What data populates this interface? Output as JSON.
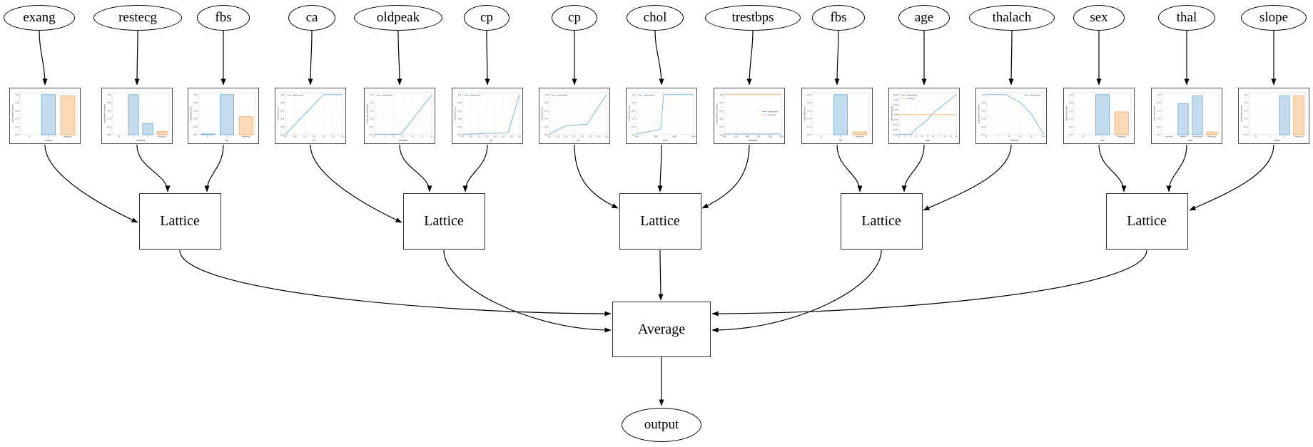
{
  "nodes": {
    "lattice_label": "Lattice",
    "average_label": "Average",
    "output_label": "output"
  },
  "legend": {
    "calibrated": "calibrated",
    "missing": "missing"
  },
  "colors": {
    "calibrated_line": "#7ab8e0",
    "missing_line": "#fdb97d",
    "bar_blue_fill": "#c5dcef",
    "bar_blue_edge": "#6aaad4",
    "bar_orange_fill": "#fcd9b8",
    "bar_orange_edge": "#f2a965",
    "edge_color": "#000000",
    "chart_border": "#4d4d4d"
  },
  "features": [
    {
      "label": "exang",
      "group": 1,
      "chart": {
        "type": "bar",
        "xlabel": "exang",
        "ylabel": "calibrated exang",
        "categories": [
          "0",
          "1",
          "Missing"
        ],
        "values": [
          0,
          1.0,
          0.97
        ],
        "ylim": [
          0,
          1.05
        ],
        "yticks": [
          "0.0",
          "0.2",
          "0.4",
          "0.6",
          "0.8",
          "1.0"
        ]
      }
    },
    {
      "label": "restecg",
      "group": 1,
      "chart": {
        "type": "bar",
        "xlabel": "restecg",
        "ylabel": "calibrated restecg",
        "categories": [
          "0",
          "1",
          "2",
          "Missing"
        ],
        "values": [
          0,
          1.0,
          0.28,
          0.08
        ],
        "ylim": [
          0,
          1.05
        ],
        "yticks": [
          "0.0",
          "0.2",
          "0.4",
          "0.6",
          "0.8",
          "1.0"
        ]
      }
    },
    {
      "label": "fbs",
      "group": 1,
      "chart": {
        "type": "bar",
        "xlabel": "fbs",
        "ylabel": "calibrated fbs",
        "categories": [
          "0",
          "1",
          "Missing"
        ],
        "values": [
          0.02,
          1.0,
          0.45
        ],
        "ylim": [
          0,
          1.05
        ],
        "yticks": [
          "0.0",
          "0.2",
          "0.4",
          "0.6",
          "0.8",
          "1.0"
        ]
      }
    },
    {
      "label": "ca",
      "group": 2,
      "chart": {
        "type": "line",
        "xlabel": "ca",
        "ylabel": "calibrated ca",
        "xlim": [
          0,
          3
        ],
        "xticks": [
          "0.0",
          "0.5",
          "1.0",
          "1.5",
          "2.0",
          "2.5",
          "3.0"
        ],
        "ylim": [
          0,
          1.05
        ],
        "yticks": [
          "0.0",
          "0.2",
          "0.4",
          "0.6",
          "0.8",
          "1.0"
        ],
        "legend": "nw",
        "series": [
          {
            "name": "calibrated",
            "color": "blue",
            "points": [
              [
                0,
                0.01
              ],
              [
                2,
                1.0
              ],
              [
                3,
                1.0
              ]
            ]
          }
        ]
      }
    },
    {
      "label": "oldpeak",
      "group": 2,
      "chart": {
        "type": "line",
        "xlabel": "oldpeak",
        "ylabel": "calibrated oldpeak",
        "xlim": [
          0,
          6.5
        ],
        "xticks": [
          "0",
          "1",
          "2",
          "3",
          "4",
          "5",
          "6"
        ],
        "ylim": [
          0,
          1.05
        ],
        "yticks": [
          "0.0",
          "0.2",
          "0.4",
          "0.6",
          "0.8",
          "1.0"
        ],
        "legend": "nw",
        "series": [
          {
            "name": "calibrated",
            "color": "blue",
            "points": [
              [
                0,
                0.01
              ],
              [
                3,
                0.01
              ],
              [
                6.5,
                1.0
              ]
            ]
          }
        ]
      }
    },
    {
      "label": "cp",
      "group": 2,
      "chart": {
        "type": "line",
        "xlabel": "cp",
        "ylabel": "calibrated cp",
        "xlim": [
          0,
          3.5
        ],
        "xticks": [
          "0.0",
          "0.5",
          "1.0",
          "1.5",
          "2.0",
          "2.5",
          "3.0",
          "3.5"
        ],
        "ylim": [
          0,
          1.05
        ],
        "yticks": [
          "0.0",
          "0.2",
          "0.4",
          "0.6",
          "0.8",
          "1.0"
        ],
        "legend": "nw",
        "series": [
          {
            "name": "calibrated",
            "color": "blue",
            "points": [
              [
                0,
                0.01
              ],
              [
                2.8,
                0.05
              ],
              [
                3.5,
                1.0
              ]
            ]
          }
        ]
      }
    },
    {
      "label": "cp",
      "group": 3,
      "chart": {
        "type": "line",
        "xlabel": "cp",
        "ylabel": "calibrated cp",
        "xlim": [
          0,
          3.5
        ],
        "xticks": [
          "0.0",
          "0.5",
          "1.0",
          "1.5",
          "2.0",
          "2.5",
          "3.0",
          "3.5"
        ],
        "ylim": [
          0,
          1.05
        ],
        "yticks": [
          "0.0",
          "0.2",
          "0.4",
          "0.6",
          "0.8",
          "1.0"
        ],
        "legend": "nw",
        "series": [
          {
            "name": "calibrated",
            "color": "blue",
            "points": [
              [
                0,
                0.02
              ],
              [
                1.0,
                0.22
              ],
              [
                2.3,
                0.26
              ],
              [
                3.5,
                1.0
              ]
            ]
          }
        ]
      }
    },
    {
      "label": "chol",
      "group": 3,
      "chart": {
        "type": "line",
        "xlabel": "chol",
        "ylabel": "calibrated chol",
        "xlim": [
          100,
          420
        ],
        "xticks": [
          "100",
          "200",
          "300",
          "400"
        ],
        "ylim": [
          0,
          1.05
        ],
        "yticks": [
          "0.0",
          "0.2",
          "0.4",
          "0.6",
          "0.8",
          "1.0"
        ],
        "legend": "nw",
        "series": [
          {
            "name": "calibrated",
            "color": "blue",
            "points": [
              [
                100,
                0.02
              ],
              [
                220,
                0.12
              ],
              [
                235,
                0.15
              ],
              [
                252,
                1.0
              ],
              [
                420,
                1.0
              ]
            ]
          }
        ]
      }
    },
    {
      "label": "trestbps",
      "group": 3,
      "chart": {
        "type": "line",
        "xlabel": "trestbps",
        "ylabel": "calibrated trestbps",
        "xlim": [
          100,
          200
        ],
        "xticks": [
          "100",
          "120",
          "140",
          "160",
          "180",
          "200"
        ],
        "ylim": [
          0,
          1.05
        ],
        "yticks": [
          "0.0",
          "0.2",
          "0.4",
          "0.6",
          "0.8",
          "1.0"
        ],
        "legend": "e",
        "series": [
          {
            "name": "calibrated",
            "color": "blue",
            "points": [
              [
                100,
                0.02
              ],
              [
                200,
                0.02
              ]
            ]
          },
          {
            "name": "missing",
            "color": "orange",
            "points": [
              [
                100,
                1.0
              ],
              [
                200,
                1.0
              ]
            ]
          }
        ]
      }
    },
    {
      "label": "fbs",
      "group": 4,
      "chart": {
        "type": "bar",
        "xlabel": "fbs",
        "ylabel": "calibrated fbs",
        "categories": [
          "0",
          "1",
          "Missing"
        ],
        "values": [
          0,
          1.0,
          0.07
        ],
        "ylim": [
          0,
          1.05
        ],
        "yticks": [
          "0.0",
          "0.2",
          "0.4",
          "0.6",
          "0.8",
          "1.0"
        ]
      }
    },
    {
      "label": "age",
      "group": 4,
      "chart": {
        "type": "line",
        "xlabel": "age",
        "ylabel": "calibrated age",
        "xlim": [
          0,
          10
        ],
        "xticks": [
          "0",
          "1",
          "2",
          "3",
          "4",
          "5",
          "6",
          "7",
          "8",
          "9",
          "10"
        ],
        "ylim": [
          0,
          2.1
        ],
        "yticks": [
          "0.00",
          "0.25",
          "0.50",
          "0.75",
          "1.00",
          "1.25",
          "1.50",
          "1.75",
          "2.00"
        ],
        "legend": "nw",
        "series": [
          {
            "name": "calibrated",
            "color": "blue",
            "points": [
              [
                0,
                0.02
              ],
              [
                2,
                0.02
              ],
              [
                3,
                0.3
              ],
              [
                5,
                0.75
              ],
              [
                6,
                1.1
              ],
              [
                8,
                1.55
              ],
              [
                10,
                2.0
              ]
            ]
          },
          {
            "name": "missing",
            "color": "orange",
            "points": [
              [
                0,
                1.0
              ],
              [
                10,
                1.0
              ]
            ]
          }
        ]
      }
    },
    {
      "label": "thalach",
      "group": 4,
      "chart": {
        "type": "line",
        "xlabel": "thalach",
        "ylabel": "calibrated thalach",
        "xlim": [
          0,
          10
        ],
        "xticks": [
          "0",
          "2",
          "4",
          "6",
          "8",
          "10"
        ],
        "ylim": [
          0,
          1.05
        ],
        "yticks": [
          "0.0",
          "0.2",
          "0.4",
          "0.6",
          "0.8",
          "1.0"
        ],
        "legend": "ne",
        "series": [
          {
            "name": "calibrated",
            "color": "blue",
            "points": [
              [
                0,
                1.0
              ],
              [
                3.5,
                1.0
              ],
              [
                6,
                0.8
              ],
              [
                8,
                0.5
              ],
              [
                10,
                0.02
              ]
            ]
          }
        ]
      }
    },
    {
      "label": "sex",
      "group": 5,
      "chart": {
        "type": "bar",
        "xlabel": "sex",
        "ylabel": "calibrated sex",
        "categories": [
          "0",
          "1",
          "Missing"
        ],
        "values": [
          0,
          1.0,
          0.57
        ],
        "ylim": [
          0,
          1.05
        ],
        "yticks": [
          "0.0",
          "0.2",
          "0.4",
          "0.6",
          "0.8",
          "1.0"
        ]
      }
    },
    {
      "label": "thal",
      "group": 5,
      "chart": {
        "type": "bar",
        "xlabel": "thal",
        "ylabel": "calibrated thal",
        "categories": [
          "normal",
          "fixed",
          "reversible",
          "Missing"
        ],
        "values": [
          0,
          0.78,
          0.97,
          0.07
        ],
        "ylim": [
          0,
          1.05
        ],
        "yticks": [
          "0.0",
          "0.2",
          "0.4",
          "0.6",
          "0.8",
          "1.0"
        ]
      }
    },
    {
      "label": "slope",
      "group": 5,
      "chart": {
        "type": "bar",
        "xlabel": "slope",
        "ylabel": "calibrated slope",
        "categories": [
          "0",
          "1",
          "2",
          "Missing"
        ],
        "values": [
          0,
          0,
          0.97,
          0.97
        ],
        "ylim": [
          0,
          1.05
        ],
        "yticks": [
          "0.0",
          "0.2",
          "0.4",
          "0.6",
          "0.8",
          "1.0"
        ]
      }
    }
  ],
  "lattices": [
    "Lattice",
    "Lattice",
    "Lattice",
    "Lattice",
    "Lattice"
  ]
}
